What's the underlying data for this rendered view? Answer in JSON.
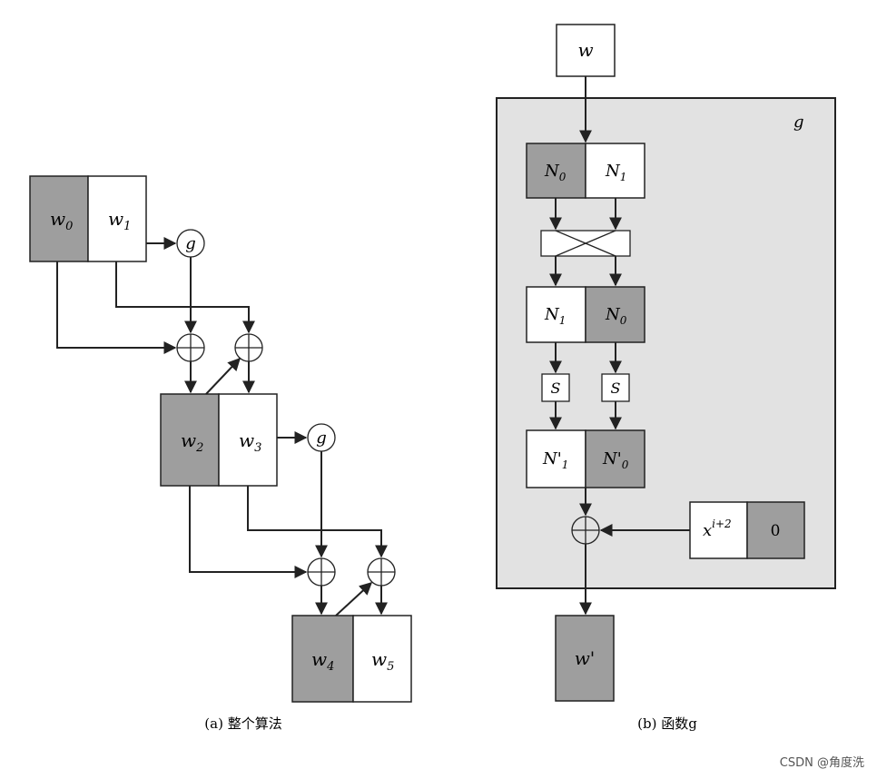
{
  "left": {
    "caption": "(a) 整个算法",
    "w0": "w",
    "w0_sub": "0",
    "w1": "w",
    "w1_sub": "1",
    "w2": "w",
    "w2_sub": "2",
    "w3": "w",
    "w3_sub": "3",
    "w4": "w",
    "w4_sub": "4",
    "w5": "w",
    "w5_sub": "5",
    "g1": "g",
    "g2": "g"
  },
  "right": {
    "caption": "(b) 函数g",
    "input": "w",
    "container_label": "g",
    "n0": "N",
    "n0_sub": "0",
    "n1": "N",
    "n1_sub": "1",
    "n1b": "N",
    "n1b_sub": "1",
    "n0b": "N",
    "n0b_sub": "0",
    "s_left": "S",
    "s_right": "S",
    "n1p": "N'",
    "n1p_sub": "1",
    "n0p": "N'",
    "n0p_sub": "0",
    "rc_x": "x",
    "rc_sup": "i+2",
    "rc_zero": "0",
    "output": "w'"
  },
  "watermark": "CSDN @角度洗",
  "colors": {
    "dark_fill": "#9e9e9e",
    "panel_fill": "#e2e2e2",
    "stroke": "#222222"
  }
}
